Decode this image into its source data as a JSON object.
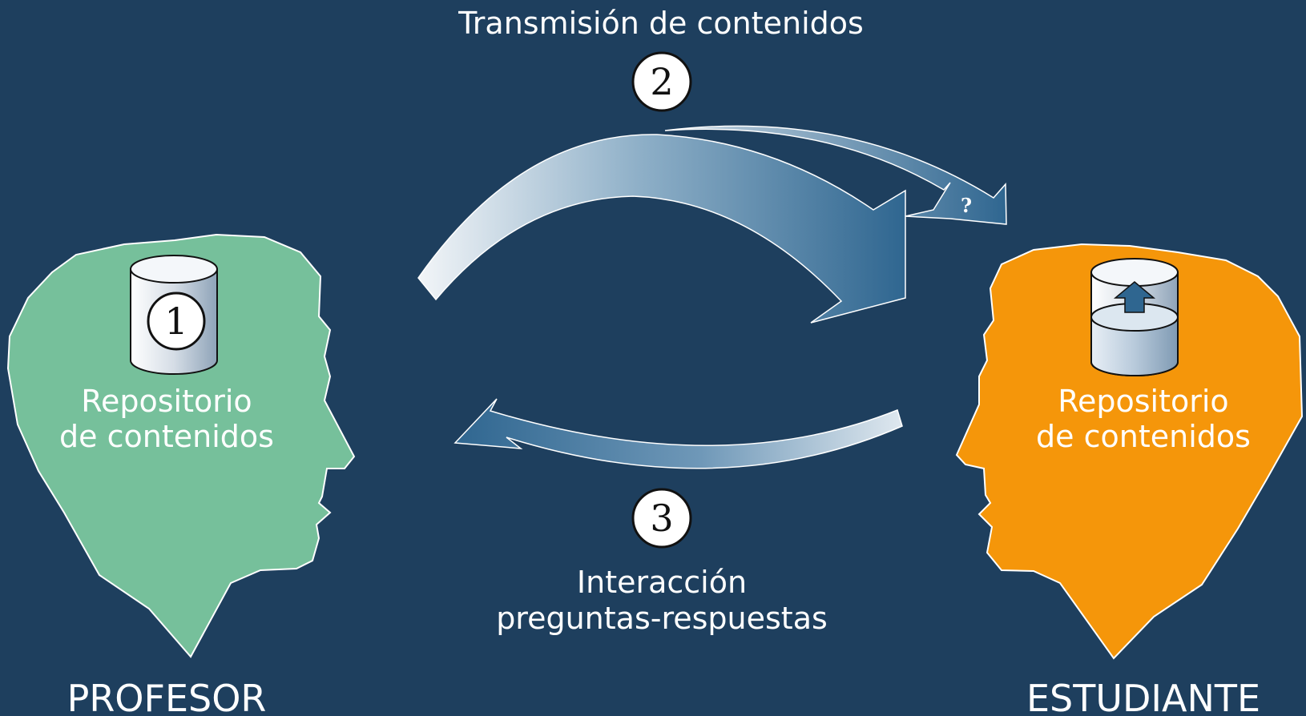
{
  "top_label": "Transmisión de contenidos",
  "bottom_label": {
    "line1": "Interacción",
    "line2": "preguntas-respuestas"
  },
  "steps": {
    "step1": "1",
    "step2": "2",
    "step3": "3"
  },
  "question_mark": "?",
  "professor": {
    "repo_line1": "Repositorio",
    "repo_line2": "de contenidos",
    "name": "PROFESOR",
    "color": "#76c09b"
  },
  "student": {
    "repo_line1": "Repositorio",
    "repo_line2": "de contenidos",
    "name": "ESTUDIANTE",
    "color": "#f5960a"
  },
  "colors": {
    "background": "#1e3f5e",
    "arrow_light": "#eef2f6",
    "arrow_dark": "#2f6690"
  }
}
